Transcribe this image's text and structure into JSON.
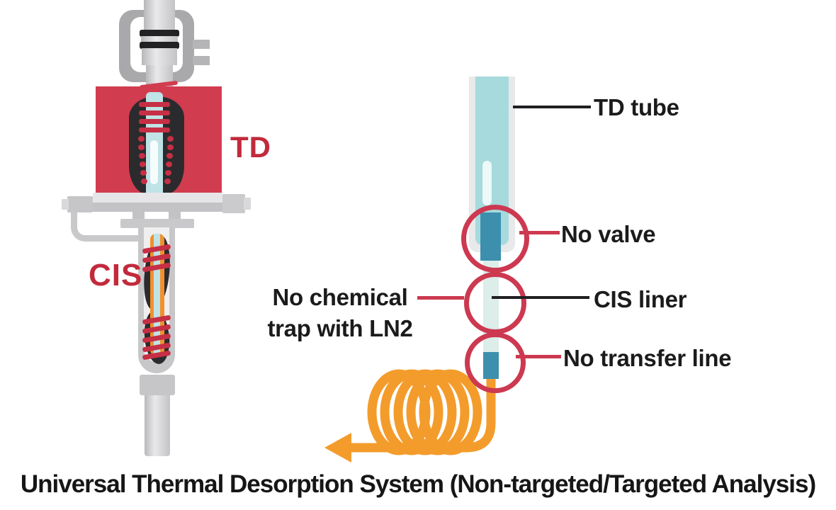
{
  "caption": "Universal Thermal Desorption System (Non-targeted/Targeted Analysis)",
  "left_device": {
    "td_label": "TD",
    "cis_label": "CIS"
  },
  "right_diagram": {
    "td_tube_label": "TD tube",
    "no_valve_label": "No valve",
    "cis_liner_label": "CIS liner",
    "no_transfer_line_label": "No transfer line",
    "no_chemical_trap_line1": "No chemical",
    "no_chemical_trap_line2": "trap with LN2"
  },
  "icons": {
    "flow_arrow": "left-pointing-flow-arrow",
    "transfer_coil": "orange-transfer-coil"
  },
  "colors": {
    "heater_red": "#d23c4f",
    "label_red": "#c22a3c",
    "circle_red": "#cc3950",
    "valve_teal": "#3d8fae",
    "tube_aqua": "#a6dadd",
    "liner_pale": "#dcedea",
    "coil_orange": "#f39c2c",
    "text_ink": "#1b1b1b"
  }
}
